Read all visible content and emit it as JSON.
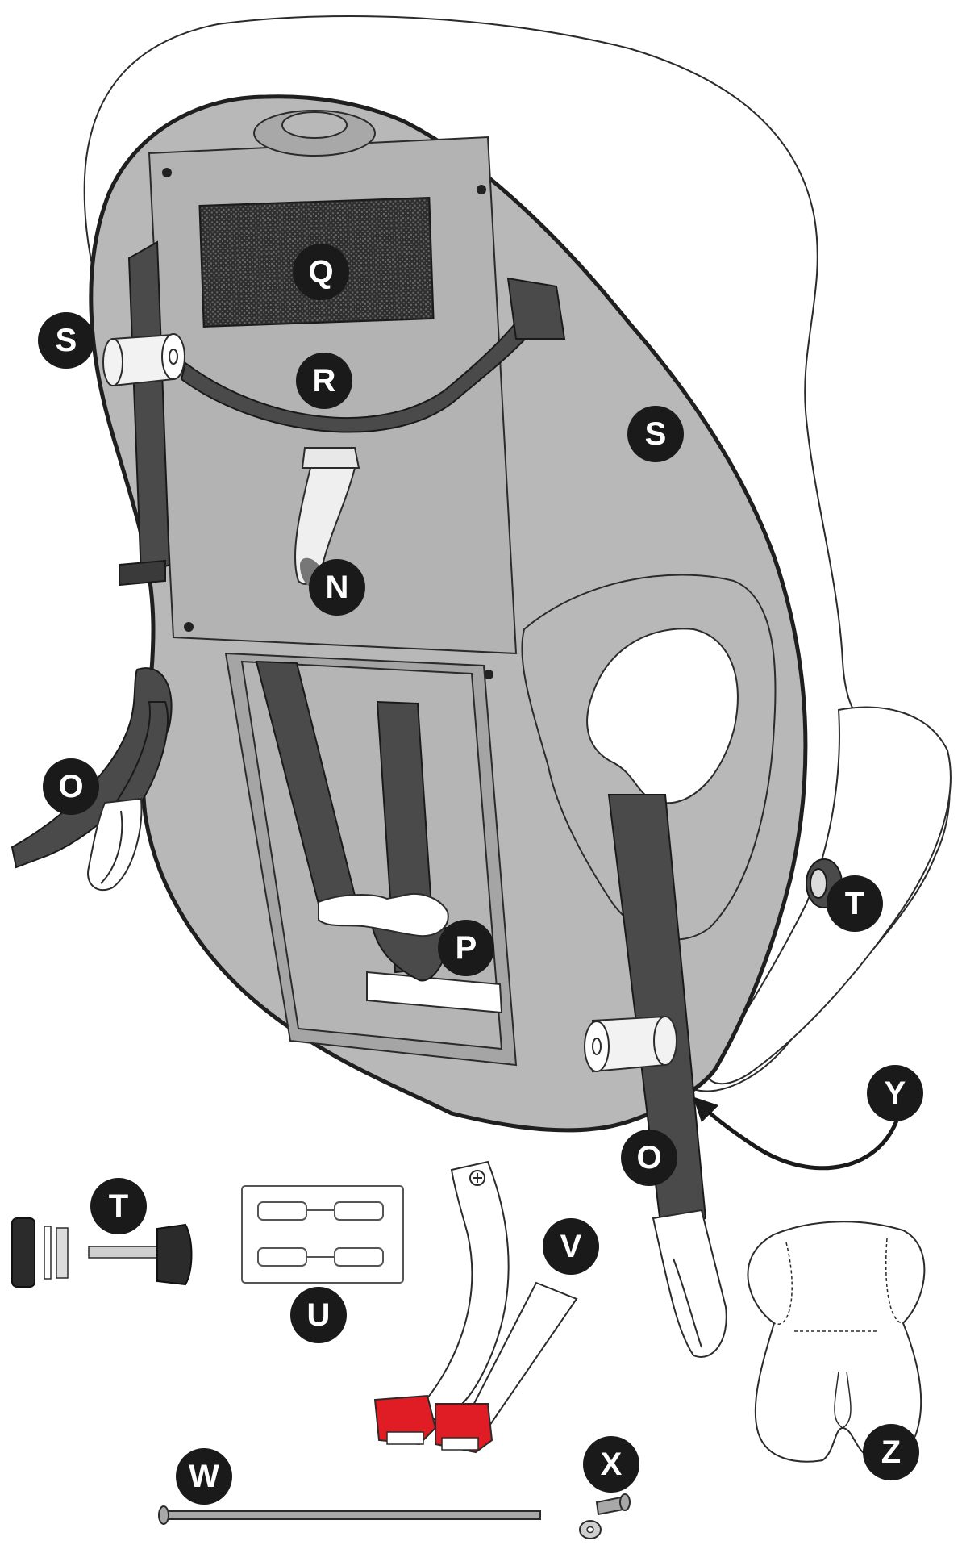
{
  "colors": {
    "shell": "#b8b8b8",
    "shell_dark": "#a8a8a8",
    "strap": "#4a4a4a",
    "outline": "#2b2b2b",
    "badge": "#1a1a1a",
    "badge_text": "#ffffff",
    "mesh": "#2e2e2e",
    "accent_red": "#e01c24"
  },
  "labels": {
    "Q": "Q",
    "R": "R",
    "S_left": "S",
    "S_right": "S",
    "N": "N",
    "O_left": "O",
    "O_right": "O",
    "P": "P",
    "T_seat": "T",
    "T_part": "T",
    "U": "U",
    "V": "V",
    "W": "W",
    "X": "X",
    "Y": "Y",
    "Z": "Z"
  }
}
